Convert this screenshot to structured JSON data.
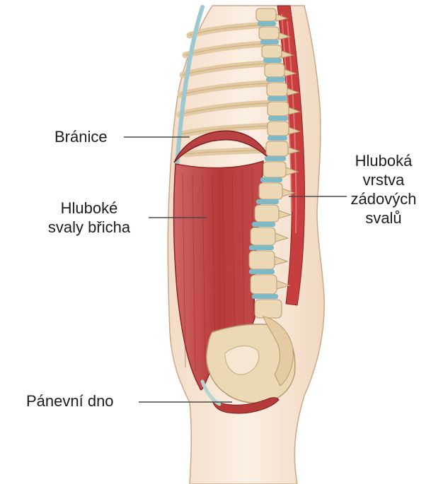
{
  "labels": {
    "diaphragm": "Bránice",
    "abdominal_1": "Hluboké",
    "abdominal_2": "svaly břicha",
    "pelvic_floor": "Pánevní dno",
    "back_1": "Hluboká",
    "back_2": "vrstva",
    "back_3": "zádových",
    "back_4": "svalů"
  },
  "colors": {
    "skin": "#f7e7d6",
    "bone": "#ecd8b4",
    "disc": "#7fb9c6",
    "muscle": "#b73a3a",
    "leader_line": "#4a4a4a"
  }
}
